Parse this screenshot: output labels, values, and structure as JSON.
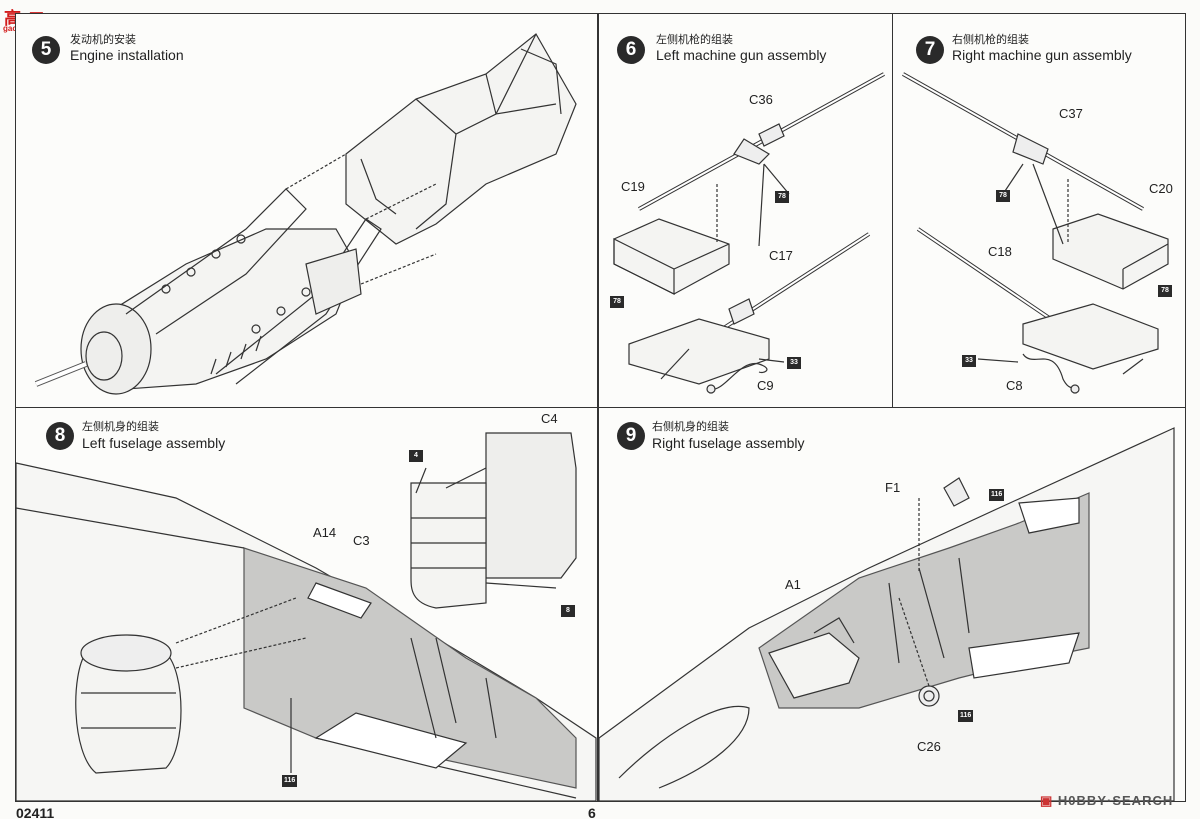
{
  "steps": [
    {
      "number": "5",
      "title_zh": "发动机的安装",
      "title_en": "Engine installation"
    },
    {
      "number": "6",
      "title_zh": "左侧机枪的组装",
      "title_en": "Left machine gun assembly"
    },
    {
      "number": "7",
      "title_zh": "右侧机枪的组装",
      "title_en": "Right machine gun assembly"
    },
    {
      "number": "8",
      "title_zh": "左侧机身的组装",
      "title_en": "Left fuselage assembly"
    },
    {
      "number": "9",
      "title_zh": "右侧机身的组装",
      "title_en": "Right fuselage assembly"
    }
  ],
  "parts": {
    "step6": {
      "c36": "C36",
      "c19": "C19",
      "c17": "C17",
      "c9": "C9"
    },
    "step7": {
      "c37": "C37",
      "c20": "C20",
      "c18": "C18",
      "c8": "C8"
    },
    "step8": {
      "c4": "C4",
      "c3": "C3",
      "a14": "A14"
    },
    "step9": {
      "f1": "F1",
      "a1": "A1",
      "c26": "C26"
    }
  },
  "paint_tags": {
    "t78": "78",
    "t33": "33",
    "t4": "4",
    "t8": "8",
    "t116": "116"
  },
  "footer": {
    "kit_number": "02411",
    "page_number": "6",
    "watermark_hobby": "H0BBY",
    "watermark_search": "SEARCH",
    "site_logo_zh": "高",
    "site_logo_net": "网",
    "site_url": "gao-shou.com"
  }
}
